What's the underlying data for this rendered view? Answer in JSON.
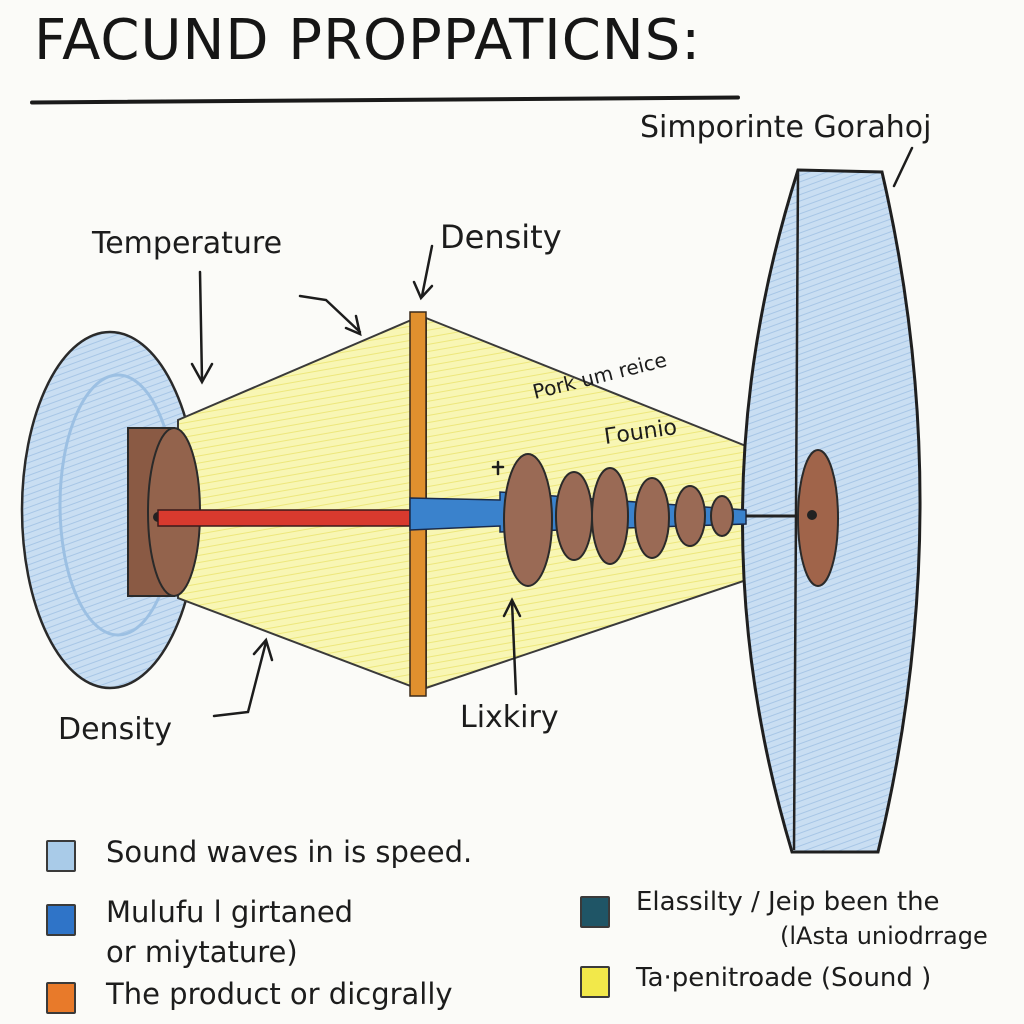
{
  "title": "FACUND PROPPATICNS:",
  "labels": {
    "simporinte": "Simporinte Gorahoj",
    "temperature": "Temperature",
    "density_top": "Density",
    "pork": "Pork um reice",
    "sound": "Γounio",
    "density_bottom": "Density",
    "lixkiry": "Lixkiry"
  },
  "legend": [
    {
      "text": "Sound waves in is speed.",
      "color": "#a9cbe8"
    },
    {
      "text": "Mulufu l girtaned",
      "text2": "or miytature)",
      "color": "#2f74c8"
    },
    {
      "text": "The product or dicgrally",
      "color": "#e87a2a"
    },
    {
      "text": "Elassilty / Jeip been the",
      "text2": "(lAsta uniodrrage",
      "color": "#1f5566"
    },
    {
      "text": "Ta·penitroade (Sound )",
      "color": "#f2e84a"
    }
  ],
  "colors": {
    "light_blue": "#b9d6ee",
    "yellow": "#f7f3a0",
    "brown": "#8a5a44",
    "red_rod": "#d83a2e",
    "blue_rod": "#3a82cc",
    "orange_bar": "#e0902e"
  }
}
